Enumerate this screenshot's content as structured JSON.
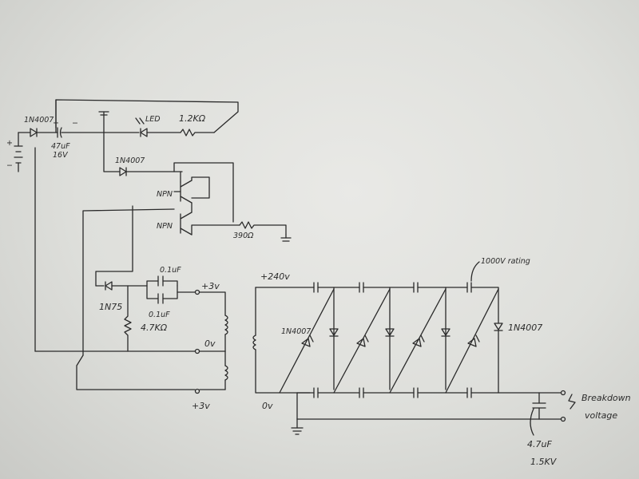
{
  "labels": {
    "diode_in": "1N4007",
    "plus": "+",
    "minus": "−",
    "cap_in_value": "47uF",
    "cap_in_voltage": "16V",
    "led": "LED",
    "r_led": "1.2KΩ",
    "diode_base": "1N4007",
    "npn1": "NPN",
    "npn2": "NPN",
    "r_emitter": "390Ω",
    "diode_zener": "1N75",
    "cap_top": "0.1uF",
    "cap_bottom": "0.1uF",
    "r_bias": "4.7KΩ",
    "tap_plus_top": "+3v",
    "tap_zero": "0v",
    "tap_plus_bottom": "+3v",
    "mult_input": "+240v",
    "mult_ground": "0v",
    "mult_diode": "1N4007",
    "mult_diode_right": "1N4007",
    "cap_rating": "1000V rating",
    "breakdown_line1": "Breakdown",
    "breakdown_line2": "voltage",
    "cap_out_value": "4.7uF",
    "cap_out_voltage": "1.5KV"
  }
}
